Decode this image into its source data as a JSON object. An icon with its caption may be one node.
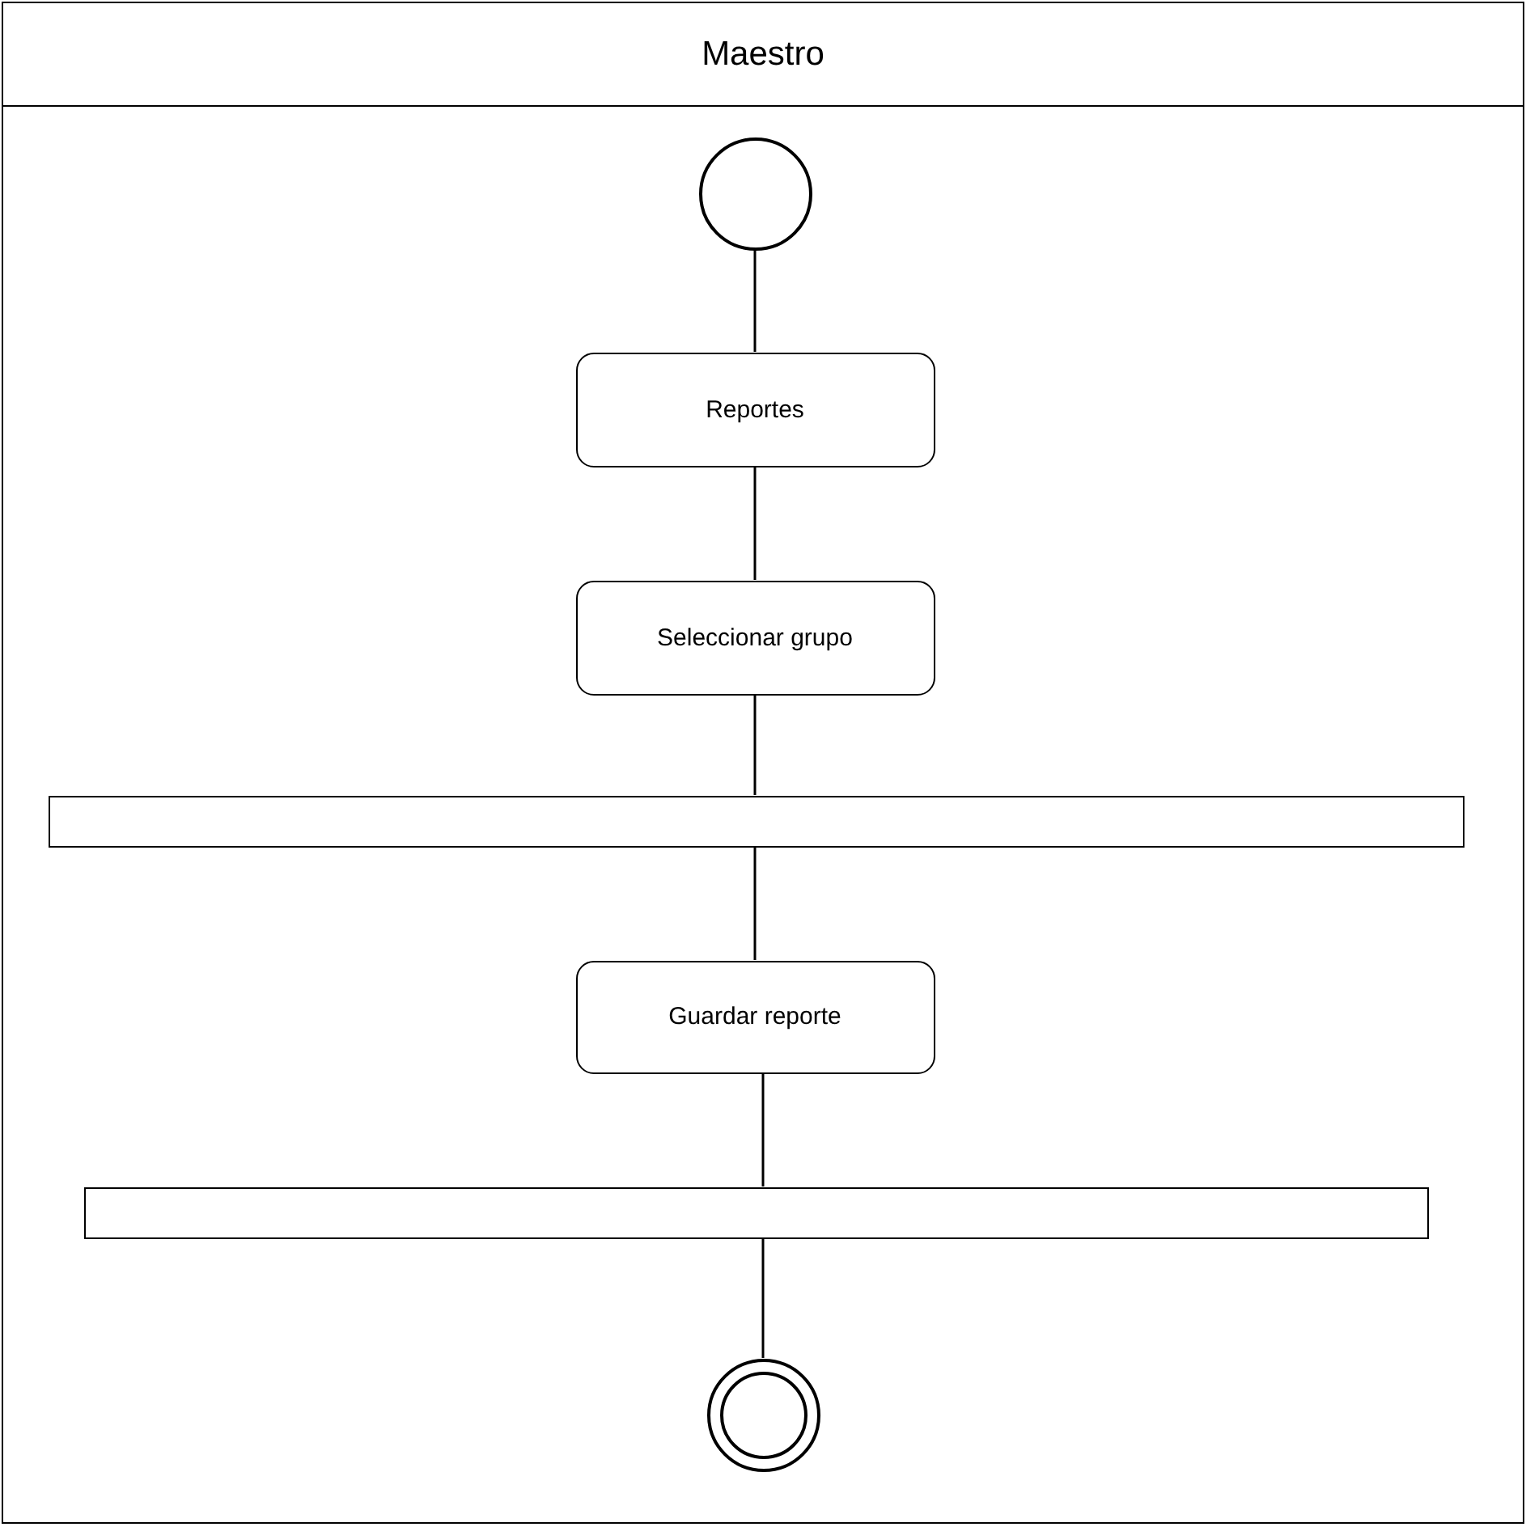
{
  "diagram": {
    "nodes": [
      {
        "text": [
          "Maestro"
        ]
      },
      {
        "text": [],
        "shape": "circle",
        "in": 0
      },
      {
        "text": [
          "Reportes"
        ],
        "in": 0
      },
      {
        "text": [
          "Seleccionar grupo"
        ],
        "in": 0
      },
      {
        "text": [],
        "shape": "bar",
        "in": 0
      },
      {
        "text": [
          "Guardar reporte"
        ],
        "in": 0
      },
      {
        "text": [],
        "shape": "bar",
        "in": 0
      },
      {
        "text": [],
        "shape": "ring",
        "in": 0
      }
    ],
    "edges": [
      {
        "from": 1,
        "to": 2,
        "arrow": "none"
      },
      {
        "from": 2,
        "to": 3,
        "arrow": "none"
      },
      {
        "from": 3,
        "to": 4,
        "arrow": "none"
      },
      {
        "from": 4,
        "to": 5,
        "arrow": "none"
      },
      {
        "from": 5,
        "to": 6,
        "arrow": "none"
      },
      {
        "from": 6,
        "to": 7,
        "arrow": "none"
      }
    ]
  }
}
